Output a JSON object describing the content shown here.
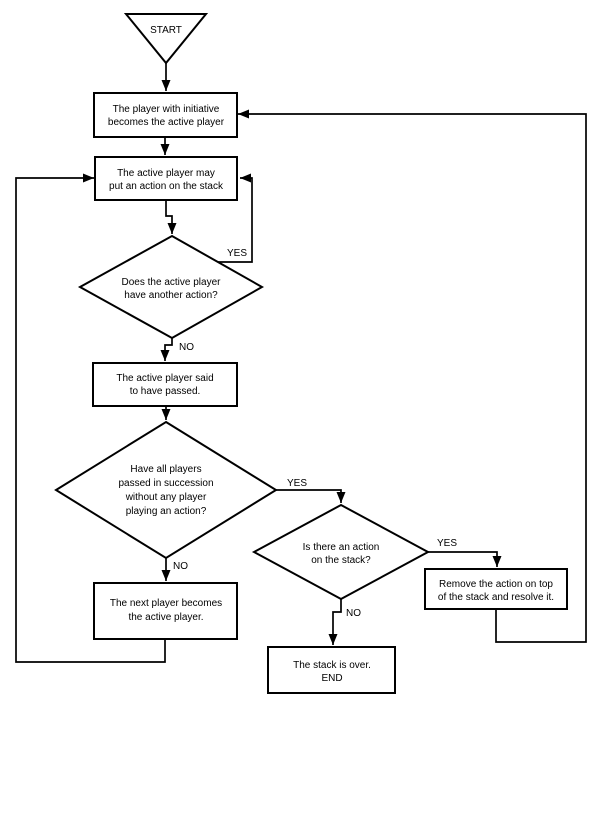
{
  "diagram": {
    "type": "flowchart",
    "colors": {
      "background": "#ffffff",
      "stroke": "#000000",
      "text": "#000000"
    },
    "nodes": {
      "start": {
        "shape": "triangle-down",
        "label": "START"
      },
      "initiative": {
        "shape": "process",
        "lines": [
          "The player with initiative",
          "becomes the active player"
        ]
      },
      "put_action": {
        "shape": "process",
        "lines": [
          "The active player may",
          "put an action on the stack"
        ]
      },
      "another_action": {
        "shape": "decision",
        "lines": [
          "Does the active player",
          "have another action?"
        ]
      },
      "said_passed": {
        "shape": "process",
        "lines": [
          "The active player said",
          "to have passed."
        ]
      },
      "all_passed": {
        "shape": "decision",
        "lines": [
          "Have all players",
          "passed in succession",
          "without any player",
          "playing an action?"
        ]
      },
      "next_player": {
        "shape": "process",
        "lines": [
          "The next player becomes",
          "the active player."
        ]
      },
      "action_on_stack": {
        "shape": "decision",
        "lines": [
          "Is there an action",
          "on the stack?"
        ]
      },
      "remove_action": {
        "shape": "process",
        "lines": [
          "Remove the action on top",
          "of the stack and resolve it."
        ]
      },
      "stack_over": {
        "shape": "process",
        "lines": [
          "The stack is over.",
          "END"
        ]
      }
    },
    "edge_labels": {
      "another_yes": "YES",
      "another_no": "NO",
      "all_passed_yes": "YES",
      "all_passed_no": "NO",
      "action_yes": "YES",
      "action_no": "NO"
    }
  }
}
